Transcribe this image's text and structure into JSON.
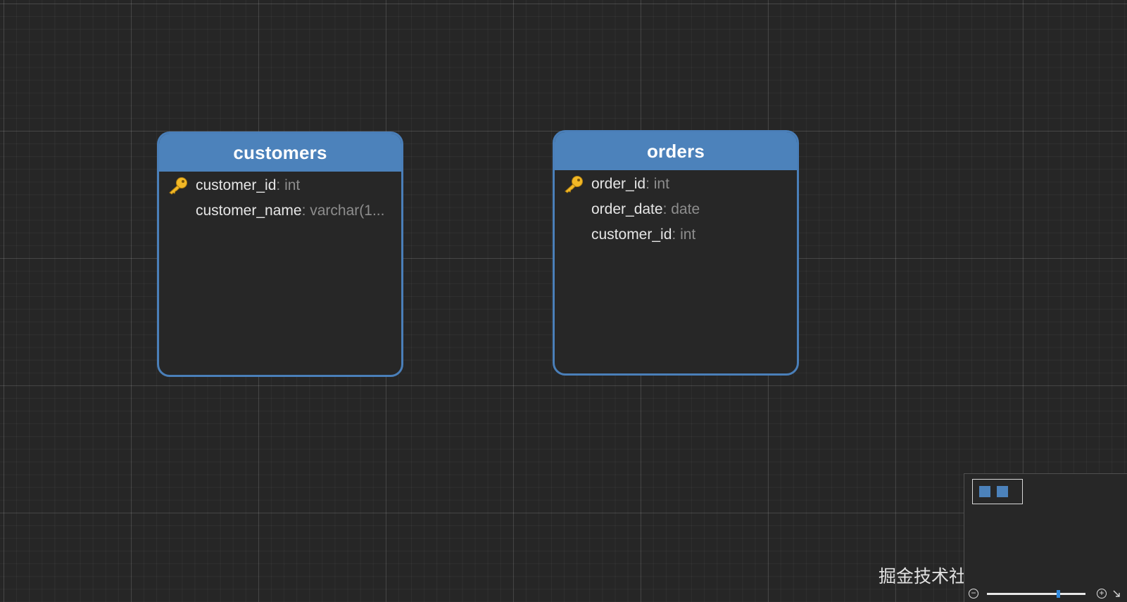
{
  "tables": [
    {
      "name": "customers",
      "columns": [
        {
          "name": "customer_id",
          "sep": ": ",
          "type": "int",
          "primary_key": true
        },
        {
          "name": "customer_name",
          "sep": ": ",
          "type": "varchar(1...",
          "primary_key": false
        }
      ]
    },
    {
      "name": "orders",
      "columns": [
        {
          "name": "order_id",
          "sep": ": ",
          "type": "int",
          "primary_key": true
        },
        {
          "name": "order_date",
          "sep": ": ",
          "type": "date",
          "primary_key": false
        },
        {
          "name": "customer_id",
          "sep": ": ",
          "type": "int",
          "primary_key": false
        }
      ]
    }
  ],
  "icons": {
    "primary_key": "key-icon",
    "zoom_out": "zoom-out-icon",
    "zoom_in": "zoom-in-icon",
    "resize": "resize-corner-icon"
  },
  "zoom": {
    "level": 0.72
  },
  "watermark": "掘金技术社区 @ NicolasCage",
  "colors": {
    "header": "#4c82bb",
    "border": "#4a7fb9",
    "canvas": "#262626",
    "key": "#f2b826"
  }
}
